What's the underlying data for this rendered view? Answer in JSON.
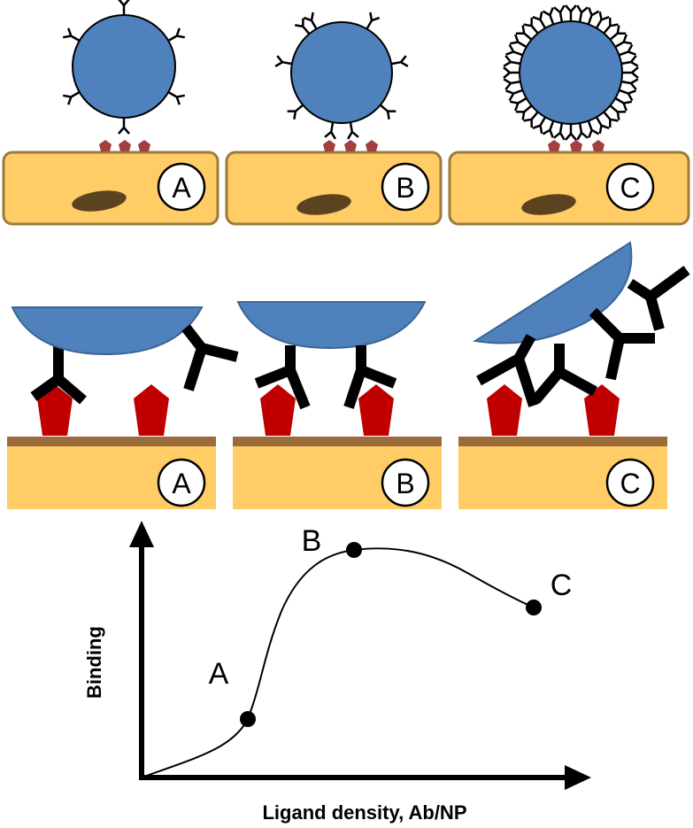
{
  "colors": {
    "nanoparticle": "#4f81bd",
    "nanoparticle_stroke": "#3a6596",
    "cell": "#ffcc66",
    "cell_stroke": "#9c7b3a",
    "nucleus": "#5b4320",
    "membrane": "#9c6b3a",
    "receptor_small": "#a33f3f",
    "receptor_large": "#c00000",
    "antibody": "#000000"
  },
  "icons": {
    "nanoparticle": "nanoparticle-circle-icon",
    "antibody": "y-antibody-icon",
    "receptor": "pentagon-receptor-icon",
    "cell": "cell-rectangle-icon",
    "nucleus": "nucleus-ellipse-icon"
  },
  "cell_panels": [
    {
      "letter": "A",
      "ligand_count": 5
    },
    {
      "letter": "B",
      "ligand_count": 9
    },
    {
      "letter": "C",
      "ligand_count": 36
    }
  ],
  "zoom_panels": [
    {
      "letter": "A"
    },
    {
      "letter": "B"
    },
    {
      "letter": "C"
    }
  ],
  "graph": {
    "xlabel": "Ligand density, Ab/NP",
    "ylabel": "Binding",
    "points": [
      {
        "label": "A"
      },
      {
        "label": "B"
      },
      {
        "label": "C"
      }
    ]
  }
}
